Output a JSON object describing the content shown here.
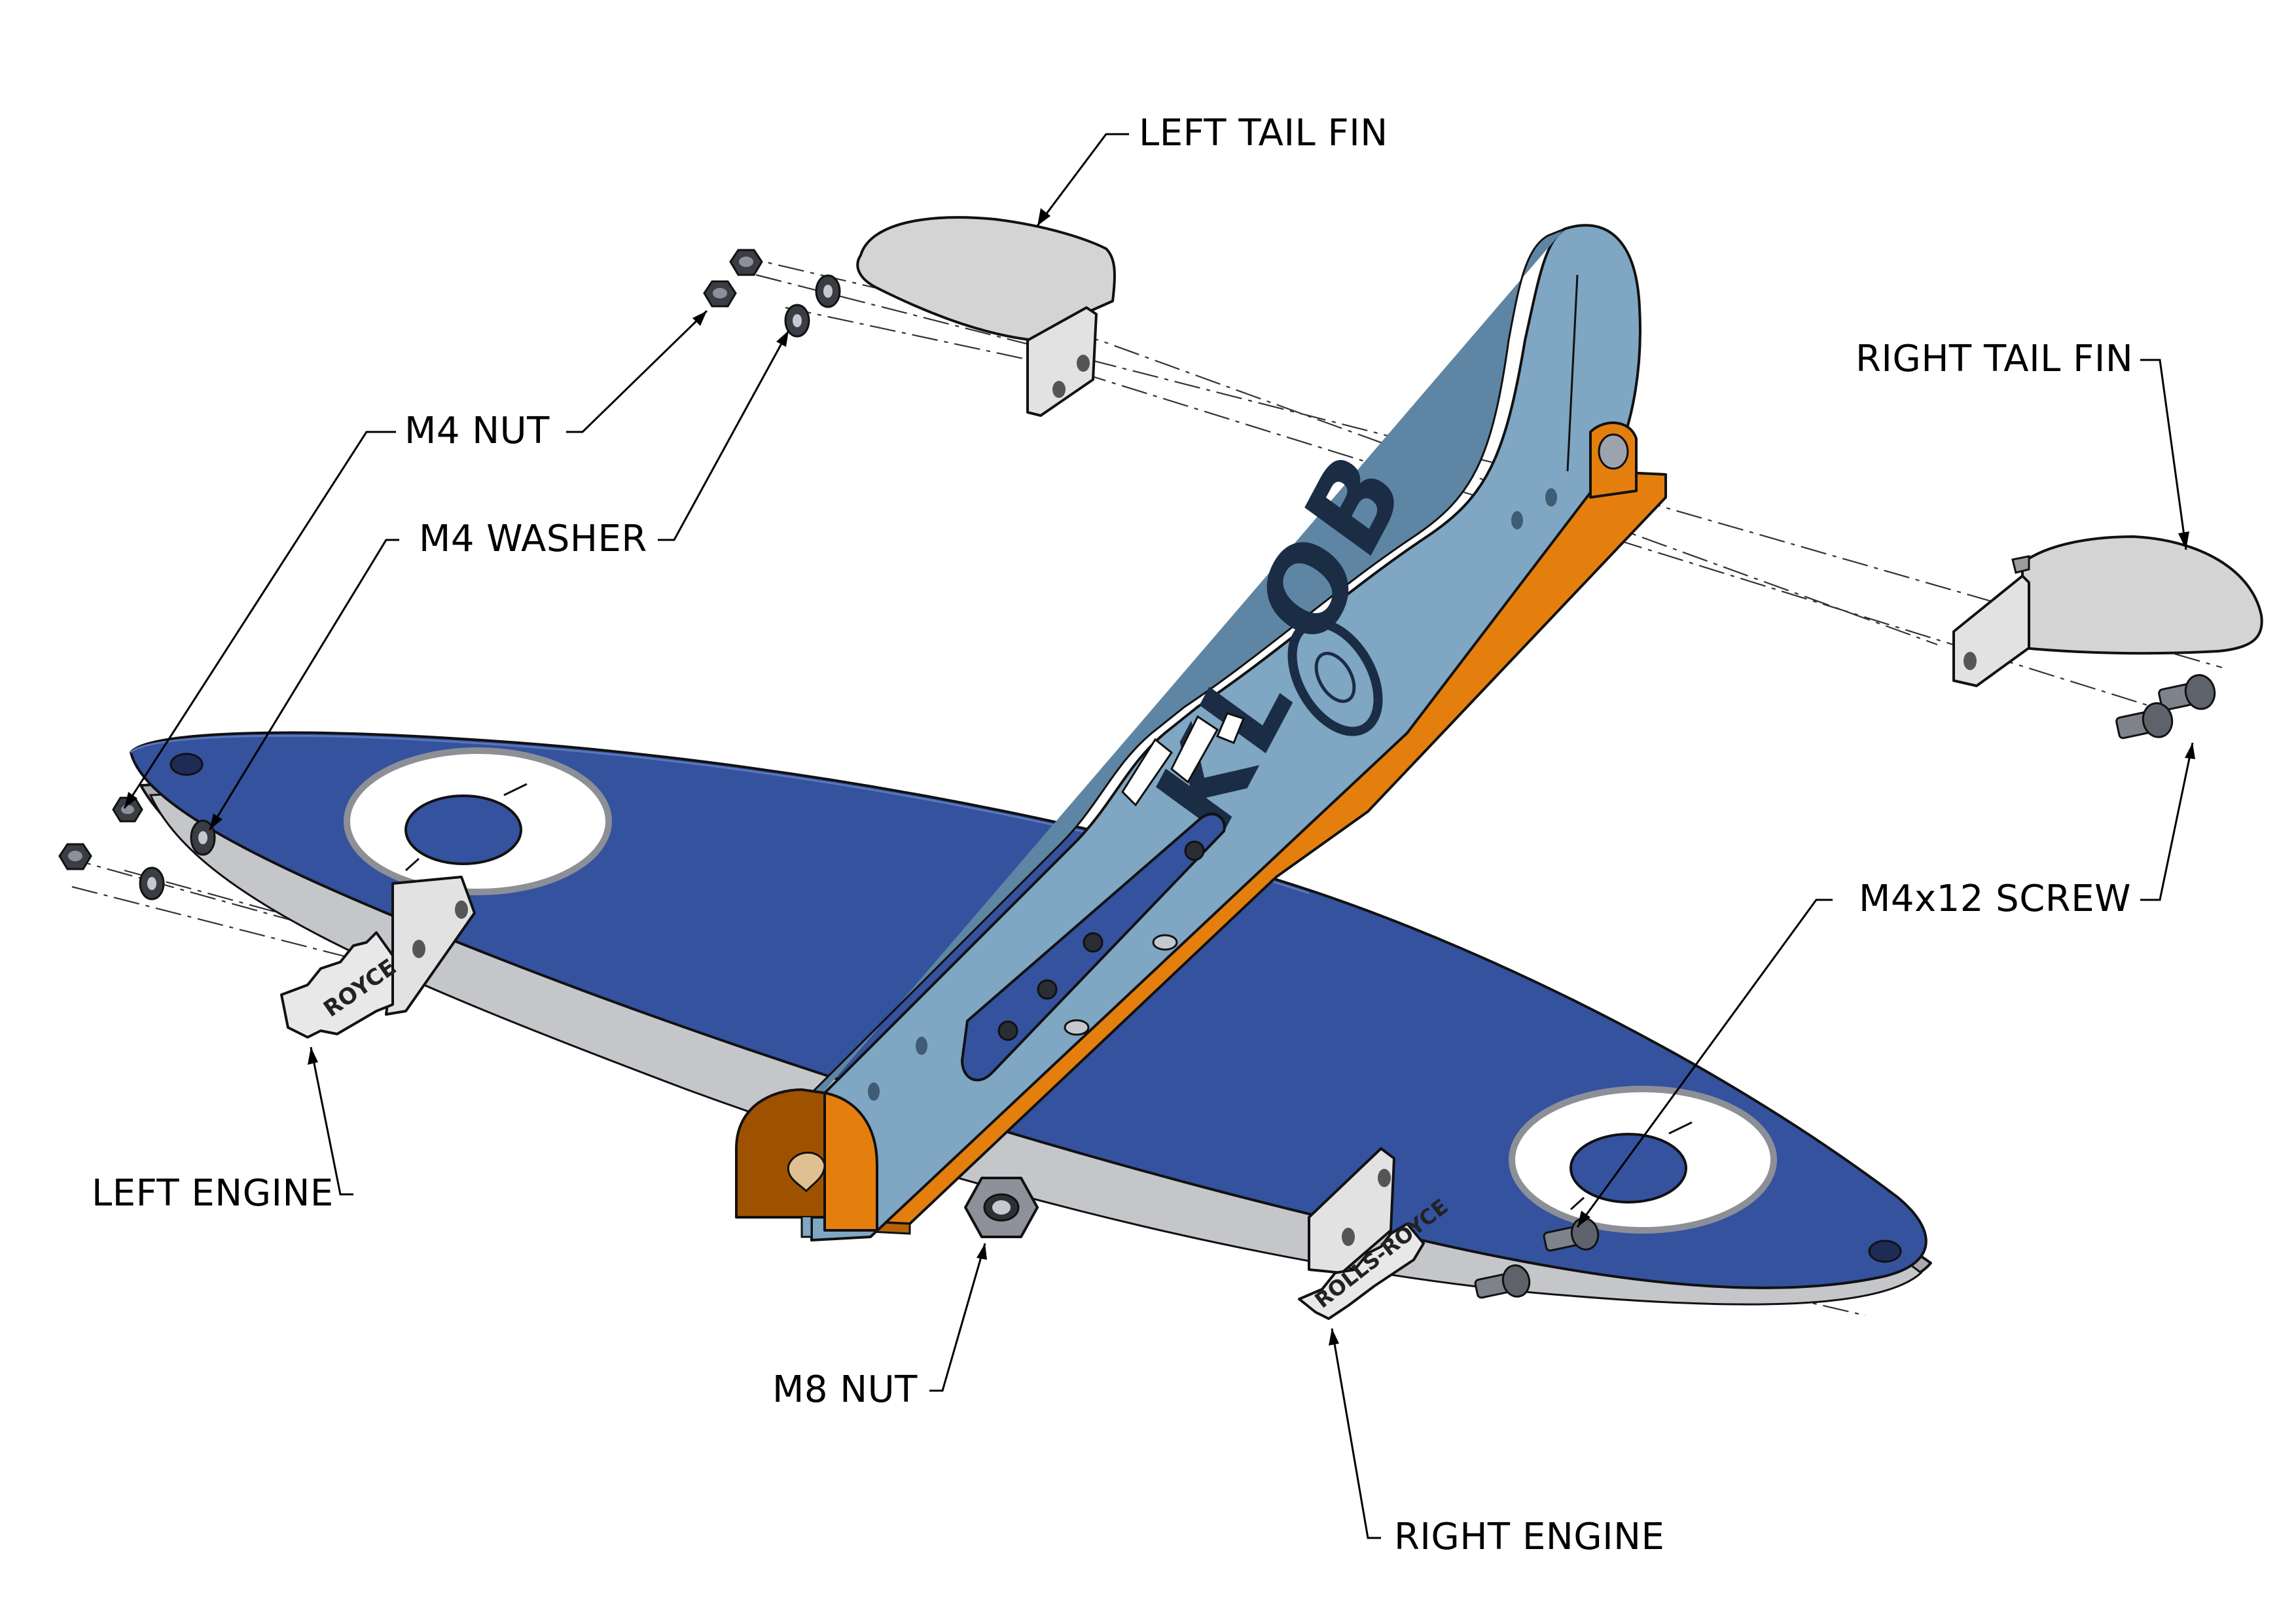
{
  "diagram": {
    "labels": {
      "left_tail_fin": "LEFT TAIL FIN",
      "right_tail_fin": "RIGHT TAIL FIN",
      "m4_nut": "M4 NUT",
      "m4_washer": "M4 WASHER",
      "m4x12_screw": "M4x12 SCREW",
      "left_engine": "LEFT ENGINE",
      "right_engine": "RIGHT ENGINE",
      "m8_nut": "M8 NUT"
    },
    "fuselage_lettering": "KL OB",
    "engine_lettering_left": "ROYCE",
    "engine_lettering_right": "ROLLS-ROYCE",
    "colors": {
      "wing_blue": "#34529E",
      "fuselage_light_blue": "#7FA6C2",
      "keel_orange": "#E47F0E",
      "nose_brown": "#9E5200",
      "fin_grey": "#D4D4D4",
      "bracket_grey": "#E2E2E2",
      "hardware_dark": "#3A3D44"
    }
  }
}
